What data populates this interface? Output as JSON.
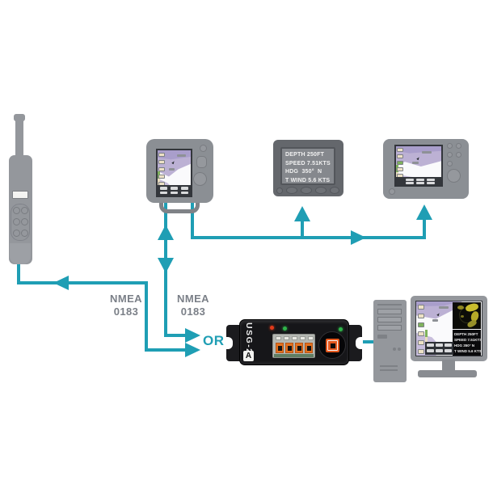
{
  "labels": {
    "nmea_left_line1": "NMEA",
    "nmea_left_line2": "0183",
    "nmea_right_line1": "NMEA",
    "nmea_right_line2": "0183",
    "or": "OR"
  },
  "instrument_display": {
    "lines": [
      "DEPTH 250FT",
      "SPEED 7.51KTS",
      "HDG  350°  N",
      "T WIND 5.6 KTS"
    ]
  },
  "usg2": {
    "label": "USG-2",
    "logo_letter": "A"
  },
  "pc_monitor": {
    "data_lines": [
      "DEPTH 250FT",
      "SPEED 7.51KTS",
      "HDG 350° N",
      "T WIND 5.6 KTS"
    ]
  },
  "colors": {
    "accent_teal": "#1F9EB4",
    "label_gray": "#7A7F87",
    "device_gray": "#94979C",
    "display_dark_gray": "#64676C",
    "map_land_purple": "#BCB1D4",
    "map_land_purple_dark": "#A99ECB",
    "map_water": "#FAFAFC",
    "softkey_beige": "#EDE1C5",
    "softkey_green": "#7FB25C",
    "usg_black": "#161619",
    "led_red": "#E23A1A",
    "led_green": "#2FB44A",
    "usb_orange": "#E2561C",
    "terminal_orange": "#E2701F",
    "radar_yellow": "#CDbd2e"
  }
}
